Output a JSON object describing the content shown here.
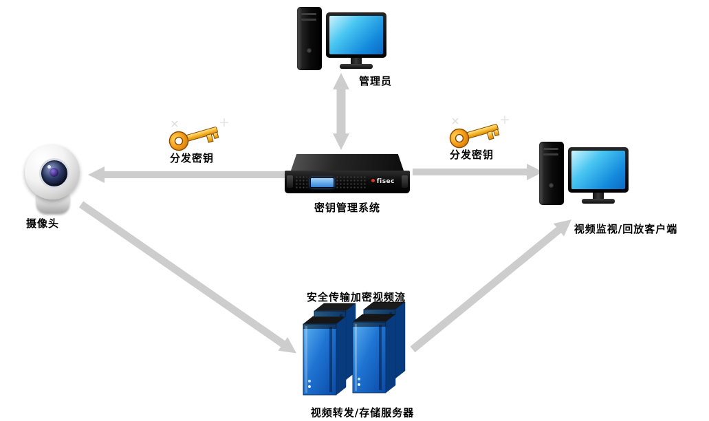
{
  "nodes": {
    "admin": {
      "label": "管理员",
      "icon": "desktop-computer"
    },
    "key_system": {
      "label": "密钥管理系统",
      "icon": "rack-server",
      "brand": "fisec"
    },
    "camera": {
      "label": "摄像头",
      "icon": "webcam"
    },
    "client": {
      "label": "视频监视/回放客户端",
      "icon": "desktop-computer"
    },
    "storage": {
      "label": "视频转发/存储服务器",
      "icon": "server-cluster"
    }
  },
  "edges": {
    "admin_key_system": {
      "type": "double-arrow",
      "label": ""
    },
    "key_to_camera": {
      "label": "分发密钥",
      "icon": "gold-key"
    },
    "key_to_client": {
      "label": "分发密钥",
      "icon": "gold-key"
    },
    "camera_to_storage": {
      "label": ""
    },
    "storage_to_client": {
      "label": "安全传输加密视频流"
    }
  },
  "colors": {
    "arrow": "#cdcdcd",
    "screen_blue": "#2bb0ea",
    "server_blue": "#1f74d2",
    "key_gold": "#f5a623",
    "background": "#ffffff",
    "text": "#000000"
  }
}
